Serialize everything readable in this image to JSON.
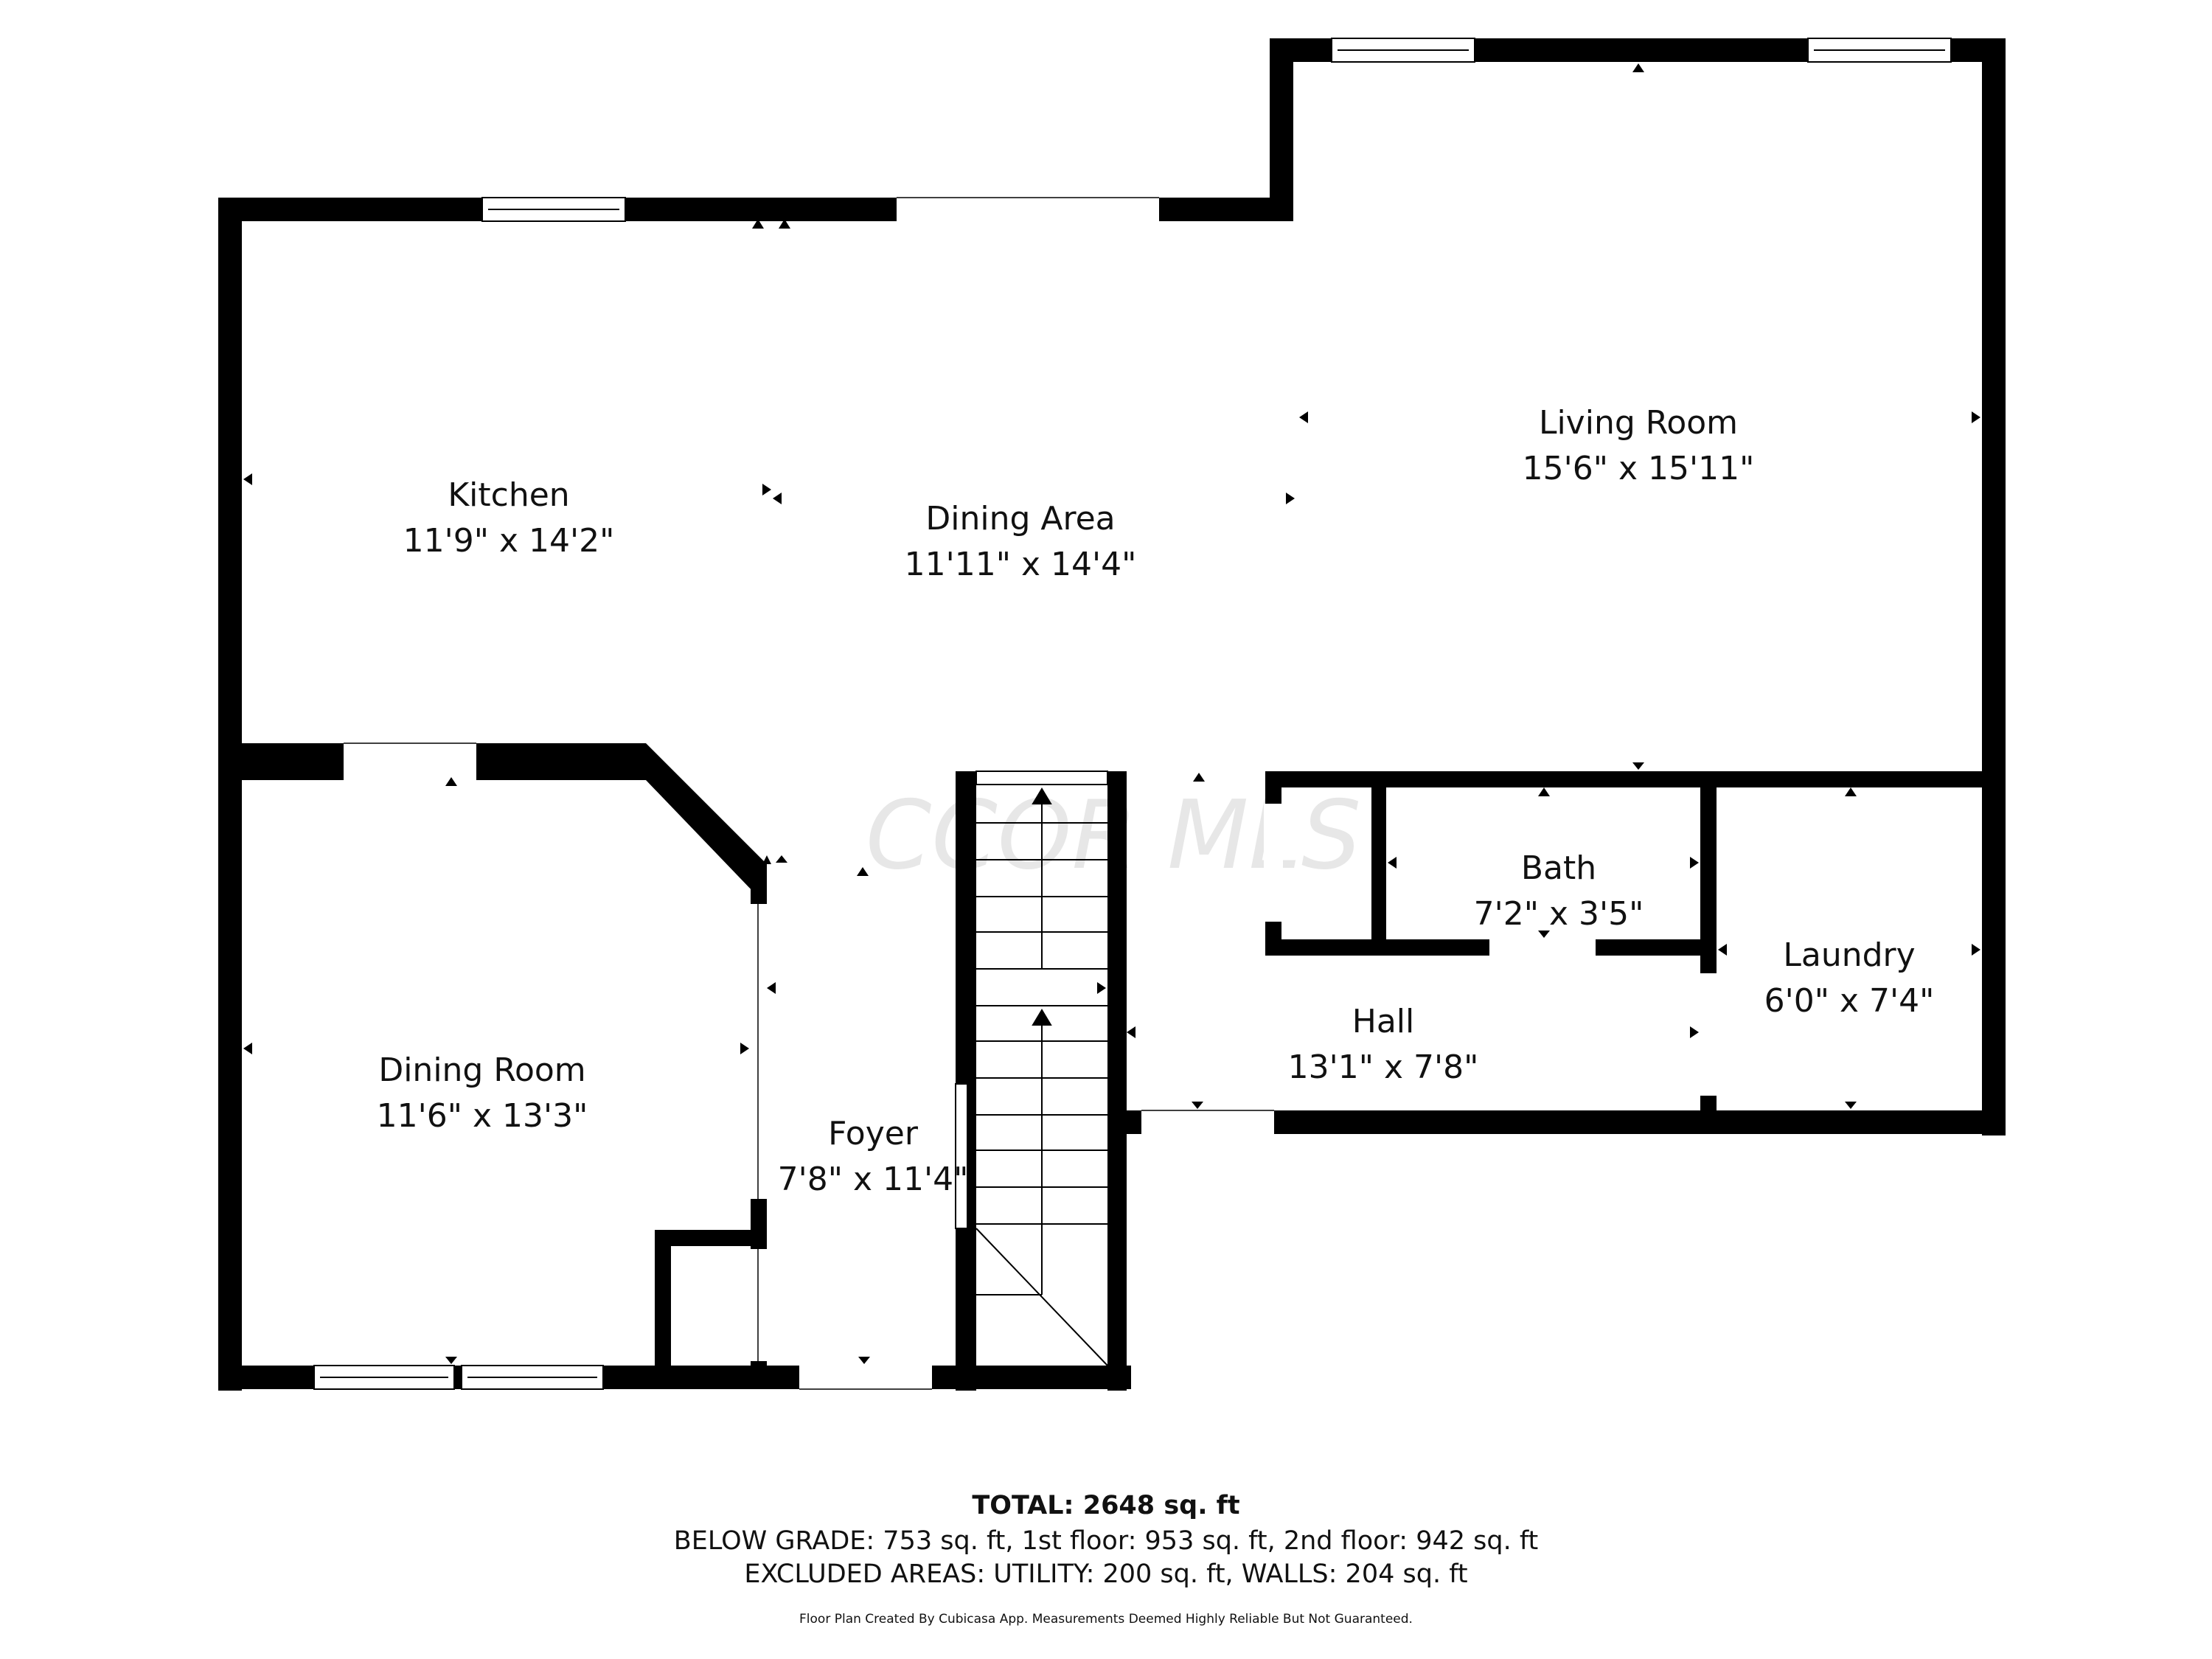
{
  "watermark": "CCOR MLS",
  "rooms": [
    {
      "id": "kitchen",
      "name": "Kitchen",
      "dims": "11'9\" x 14'2\""
    },
    {
      "id": "dining-area",
      "name": "Dining Area",
      "dims": "11'11\" x 14'4\""
    },
    {
      "id": "living-room",
      "name": "Living Room",
      "dims": "15'6\" x 15'11\""
    },
    {
      "id": "dining-room",
      "name": "Dining Room",
      "dims": "11'6\" x 13'3\""
    },
    {
      "id": "foyer",
      "name": "Foyer",
      "dims": "7'8\" x 11'4\""
    },
    {
      "id": "bath",
      "name": "Bath",
      "dims": "7'2\" x 3'5\""
    },
    {
      "id": "hall",
      "name": "Hall",
      "dims": "13'1\" x 7'8\""
    },
    {
      "id": "laundry",
      "name": "Laundry",
      "dims": "6'0\" x 7'4\""
    }
  ],
  "summary": {
    "total": "TOTAL: 2648 sq. ft",
    "grade": "BELOW GRADE: 753 sq. ft, 1st floor: 953 sq. ft, 2nd floor: 942 sq. ft",
    "excluded": "EXCLUDED AREAS: UTILITY: 200 sq. ft, WALLS: 204 sq. ft",
    "disclaimer": "Floor Plan Created By Cubicasa App. Measurements Deemed Highly Reliable But Not Guaranteed."
  },
  "colors": {
    "wall": "#000000",
    "background": "#ffffff",
    "window": "#ffffff"
  }
}
